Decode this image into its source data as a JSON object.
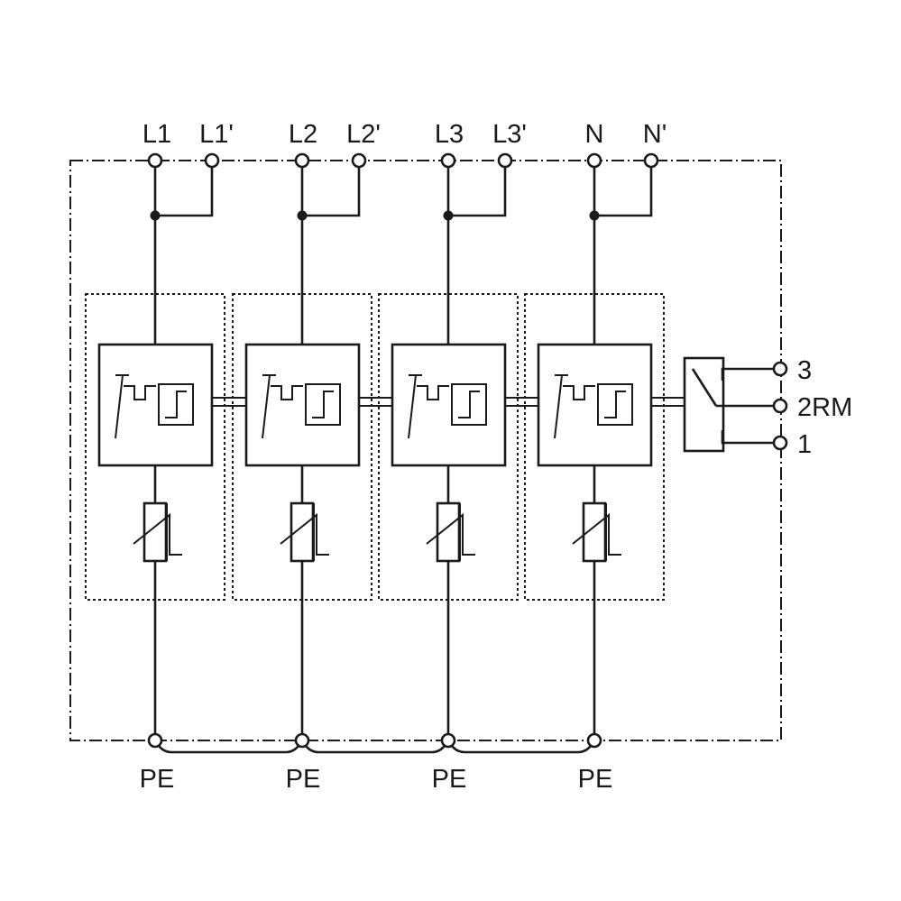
{
  "diagram": {
    "terminals_top": [
      {
        "main": "L1",
        "through": "L1'"
      },
      {
        "main": "L2",
        "through": "L2'"
      },
      {
        "main": "L3",
        "through": "L3'"
      },
      {
        "main": "N",
        "through": "N'"
      }
    ],
    "pe_labels": [
      "PE",
      "PE",
      "PE",
      "PE"
    ],
    "remote_contact": {
      "terminals": [
        "3",
        "2RM",
        "1"
      ]
    },
    "stroke_color": "#1a1a1a",
    "background_color": "#ffffff"
  }
}
